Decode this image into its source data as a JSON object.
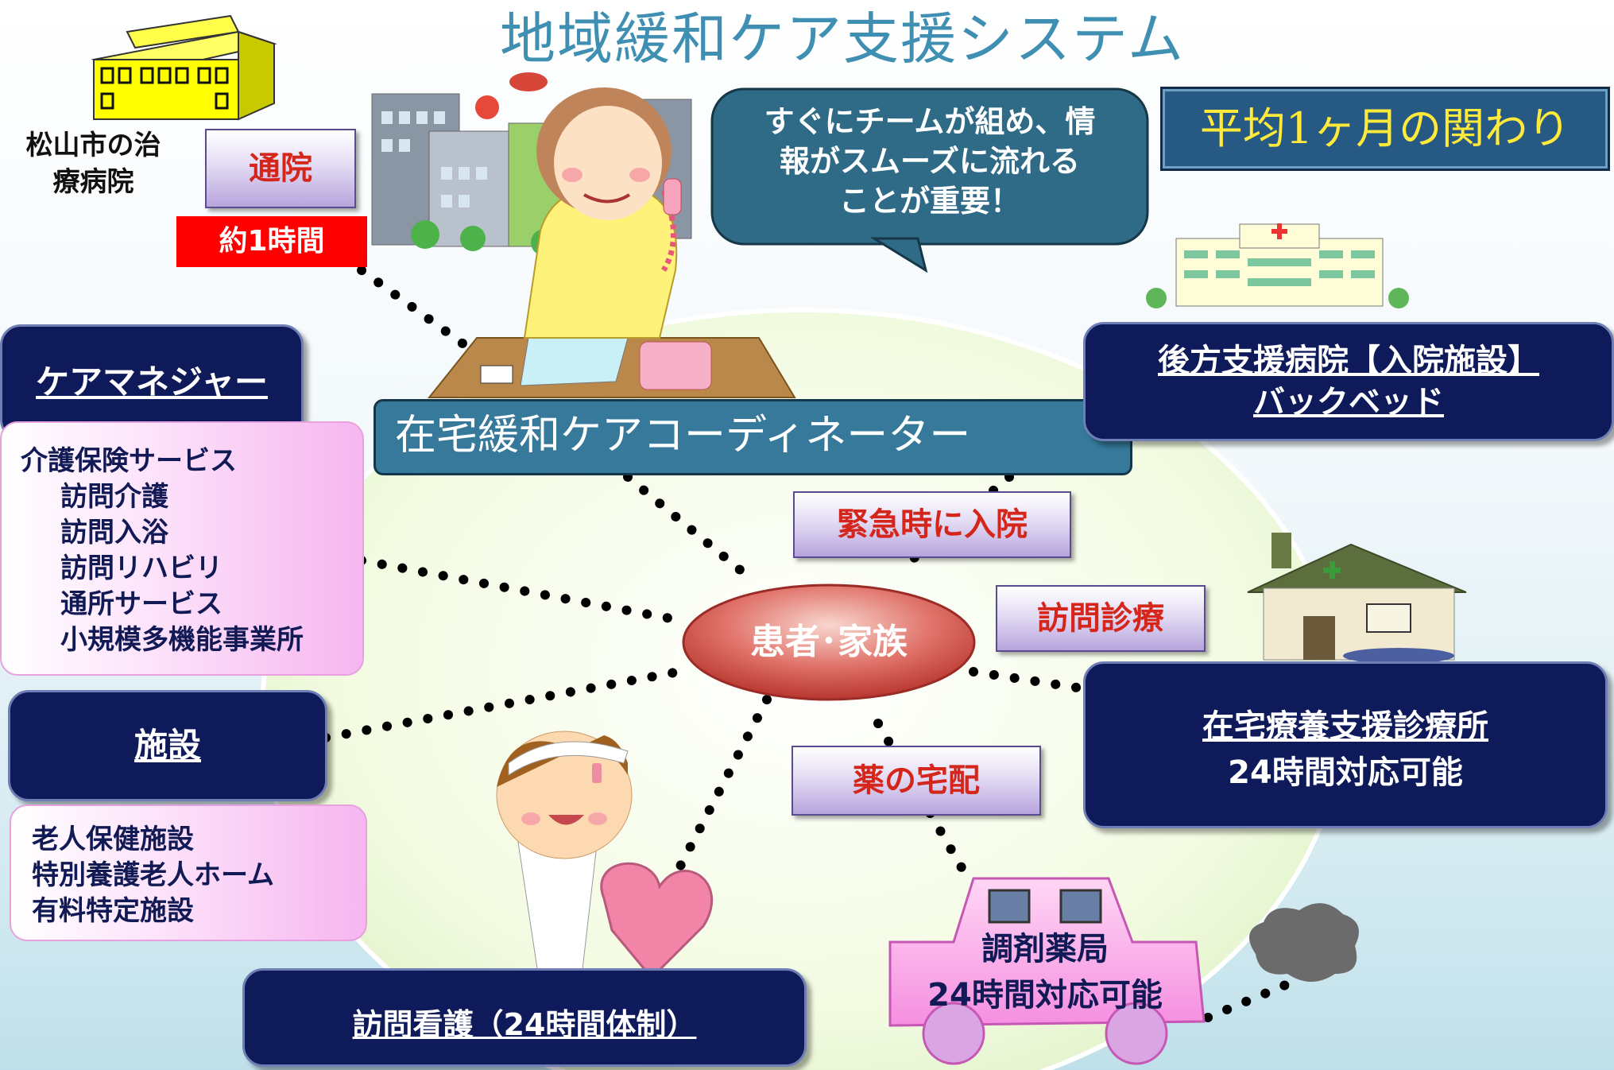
{
  "title": "地域緩和ケア支援システム",
  "speech_bubble": [
    "すぐにチームが組め、情",
    "報がスムーズに流れる",
    "ことが重要！"
  ],
  "average_box": "平均1ヶ月の関わり",
  "treating_hospital": [
    "松山市の治",
    "療病院"
  ],
  "commute_label": "通院",
  "commute_time": "約1時間",
  "coordinator": "在宅緩和ケアコーディネーター",
  "patient": "患者･家族",
  "care_manager": {
    "title": "ケアマネジャー",
    "services": [
      "介護保険サービス",
      "訪問介護",
      "訪問入浴",
      "訪問リハビリ",
      "通所サービス",
      "小規模多機能事業所"
    ]
  },
  "facilities": {
    "title": "施設",
    "items": [
      "老人保健施設",
      "特別養護老人ホーム",
      "有料特定施設"
    ]
  },
  "visiting_nursing": "訪問看護（24時間体制）",
  "backup_hospital": {
    "line1": "後方支援病院【入院施設】",
    "line2": "バックベッド"
  },
  "home_clinic": {
    "line1": "在宅療養支援診療所",
    "line2": "24時間対応可能"
  },
  "pharmacy": {
    "line1": "調剤薬局",
    "line2": "24時間対応可能"
  },
  "labels": {
    "emergency": "緊急時に入院",
    "home_visit": "訪問診療",
    "medicine_delivery": "薬の宅配"
  },
  "colors": {
    "title": "#3f8fb3",
    "navy_box": "#0e1a5a",
    "coordinator_bar": "#36799a",
    "average_text": "#ffe93a",
    "label_text": "#d5261c",
    "patient_ellipse": "#c8453e"
  }
}
